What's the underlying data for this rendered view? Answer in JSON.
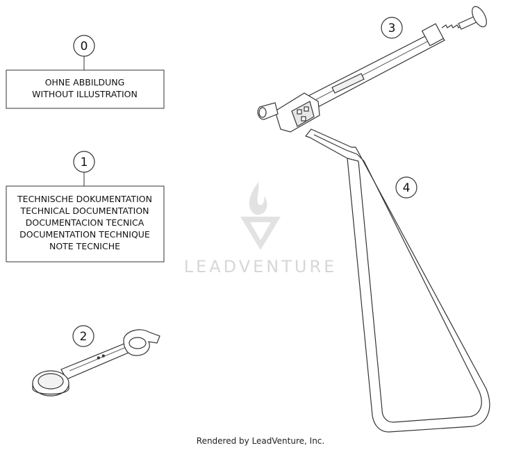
{
  "callouts": {
    "c0": "0",
    "c1": "1",
    "c2": "2",
    "c3": "3",
    "c4": "4"
  },
  "box0": {
    "line1": "OHNE ABBILDUNG",
    "line2": "WITHOUT ILLUSTRATION"
  },
  "box1": {
    "line1": "TECHNISCHE DOKUMENTATION",
    "line2": "TECHNICAL DOCUMENTATION",
    "line3": "DOCUMENTACION TECNICA",
    "line4": "DOCUMENTATION TECHNIQUE",
    "line5": "NOTE TECNICHE"
  },
  "watermark": {
    "text": "LEADVENTURE",
    "color": "#d7d7d7"
  },
  "footer": {
    "text": "Rendered by LeadVenture, Inc."
  },
  "colors": {
    "line": "#333333",
    "part_fill": "#ffffff",
    "part_shade": "#e6e6e6"
  }
}
